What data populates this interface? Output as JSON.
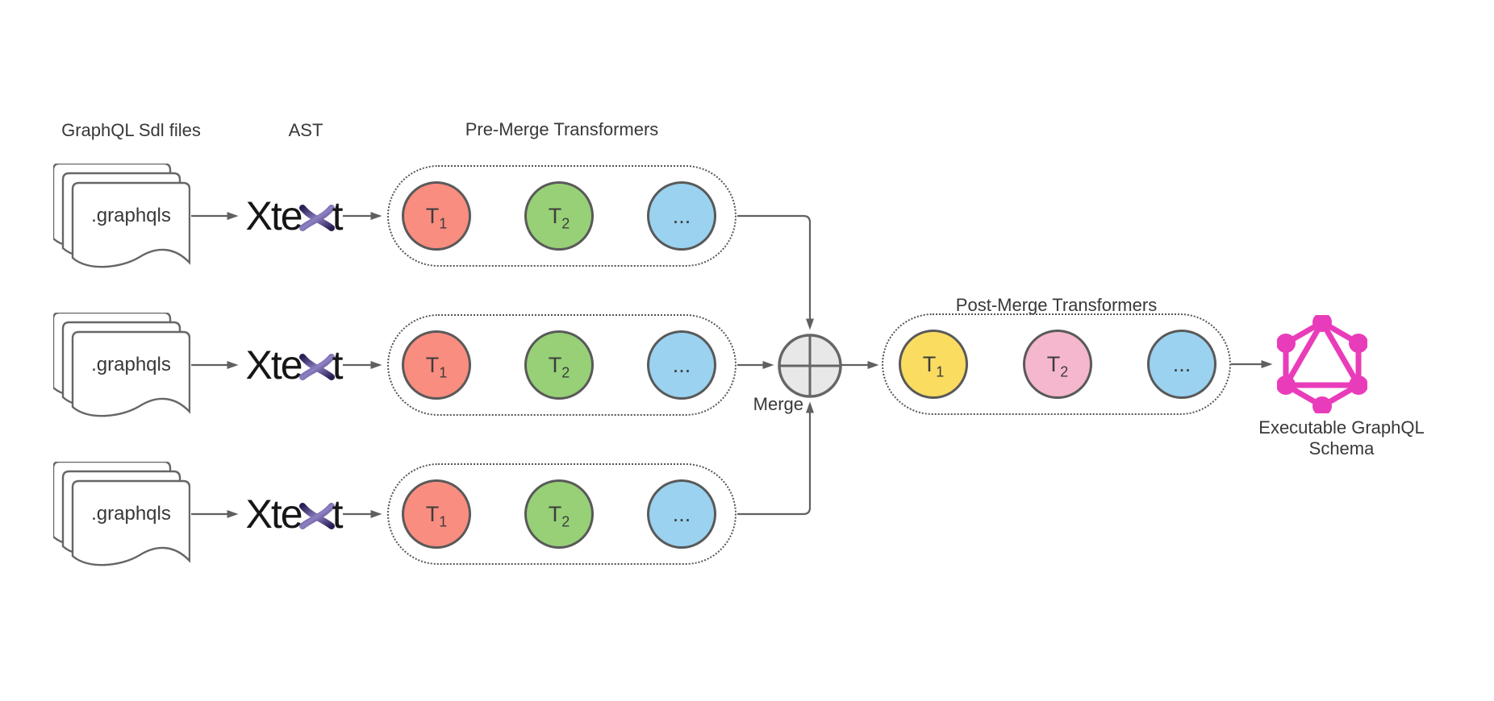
{
  "sources": {
    "heading": "GraphQL Sdl files",
    "stacks": [
      {
        "file": ".graphqls"
      },
      {
        "file": ".graphqls"
      },
      {
        "file": ".graphqls"
      }
    ]
  },
  "parser": {
    "heading": "AST",
    "logo_name": "Xtext",
    "logo_text_left": "Xte",
    "logo_text_right": "t",
    "glyph_dark": "#2A1F55",
    "glyph_light": "#8F80C4"
  },
  "pre_merge": {
    "heading": "Pre-Merge Transformers",
    "rows": [
      {
        "transformers": [
          {
            "t": "T",
            "sub": "1",
            "color": "#F98D80"
          },
          {
            "t": "T",
            "sub": "2",
            "color": "#97D077"
          },
          {
            "t": "...",
            "sub": "",
            "color": "#9AD2F0"
          }
        ]
      },
      {
        "transformers": [
          {
            "t": "T",
            "sub": "1",
            "color": "#F98D80"
          },
          {
            "t": "T",
            "sub": "2",
            "color": "#97D077"
          },
          {
            "t": "...",
            "sub": "",
            "color": "#9AD2F0"
          }
        ]
      },
      {
        "transformers": [
          {
            "t": "T",
            "sub": "1",
            "color": "#F98D80"
          },
          {
            "t": "T",
            "sub": "2",
            "color": "#97D077"
          },
          {
            "t": "...",
            "sub": "",
            "color": "#9AD2F0"
          }
        ]
      }
    ]
  },
  "merge": {
    "label": "Merge",
    "fill": "#E8E8E8"
  },
  "post_merge": {
    "heading": "Post-Merge Transformers",
    "transformers": [
      {
        "t": "T",
        "sub": "1",
        "color": "#FADC61"
      },
      {
        "t": "T",
        "sub": "2",
        "color": "#F5B7CD"
      },
      {
        "t": "...",
        "sub": "",
        "color": "#9AD2F0"
      }
    ]
  },
  "output": {
    "label_line1": "Executable GraphQL",
    "label_line2": "Schema",
    "logo_color": "#E93CBA"
  }
}
